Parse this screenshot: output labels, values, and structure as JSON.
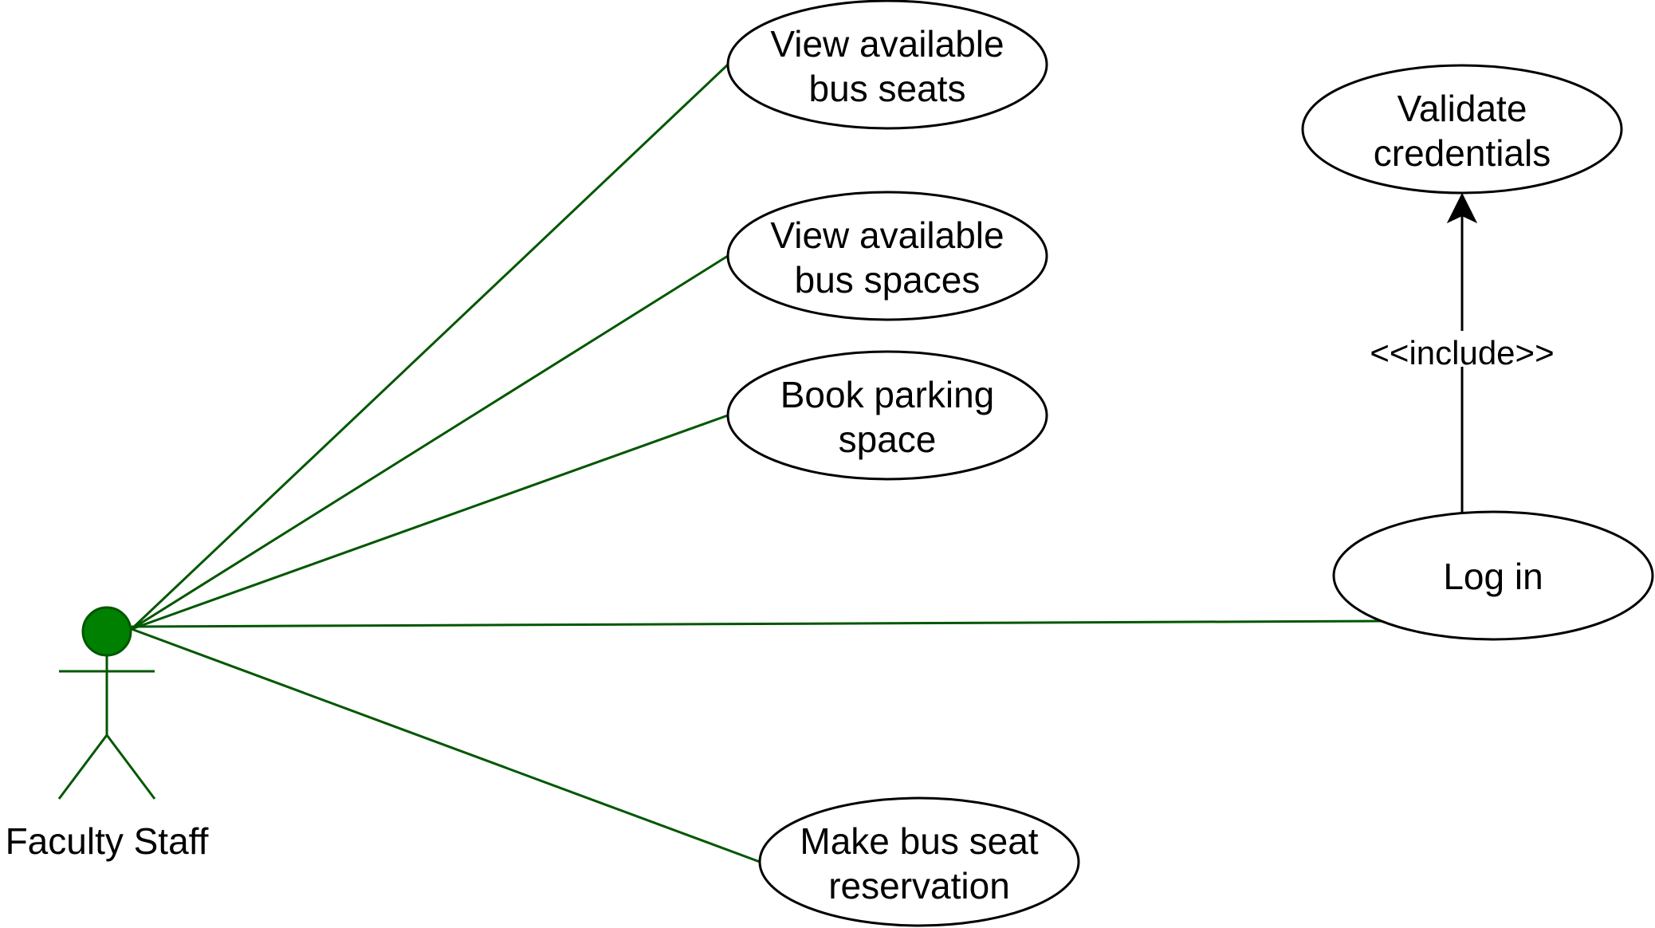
{
  "diagram": {
    "type": "use-case",
    "colors": {
      "actor": "#008000",
      "actor_stroke": "#005700",
      "association": "#005700",
      "use_case_stroke": "#000000",
      "use_case_fill": "#ffffff",
      "dependency": "#000000"
    },
    "actor": {
      "name": "Faculty Staff"
    },
    "use_cases": [
      {
        "id": "view-bus-seats",
        "lines": [
          "View available",
          "bus seats"
        ]
      },
      {
        "id": "view-bus-spaces",
        "lines": [
          "View available",
          "bus spaces"
        ]
      },
      {
        "id": "book-parking",
        "lines": [
          "Book parking",
          "space"
        ]
      },
      {
        "id": "log-in",
        "lines": [
          "Log in"
        ]
      },
      {
        "id": "make-reservation",
        "lines": [
          "Make bus seat",
          "reservation"
        ]
      },
      {
        "id": "validate-credentials",
        "lines": [
          "Validate",
          "credentials"
        ]
      }
    ],
    "associations": [
      {
        "from": "actor",
        "to": "view-bus-seats"
      },
      {
        "from": "actor",
        "to": "view-bus-spaces"
      },
      {
        "from": "actor",
        "to": "book-parking"
      },
      {
        "from": "actor",
        "to": "log-in"
      },
      {
        "from": "actor",
        "to": "make-reservation"
      }
    ],
    "dependencies": [
      {
        "from": "log-in",
        "to": "validate-credentials",
        "stereotype": "<<include>>"
      }
    ]
  }
}
